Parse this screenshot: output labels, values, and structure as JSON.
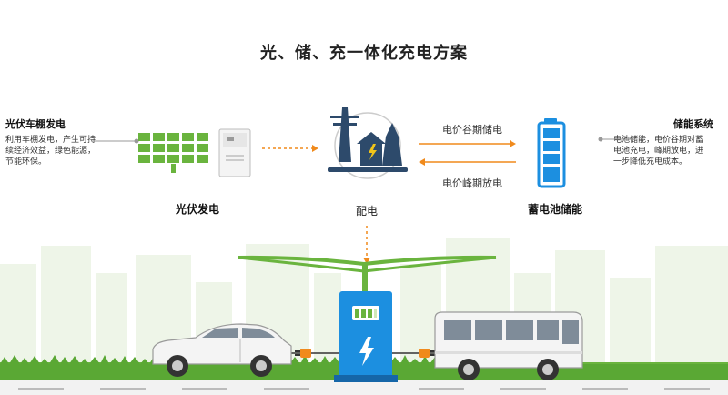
{
  "title": "光、储、充一体化充电方案",
  "left_note": {
    "title": "光伏车棚发电",
    "lines": [
      "利用车棚发电，产生可持",
      "续经济效益，绿色能源，",
      "节能环保。"
    ]
  },
  "right_note": {
    "title": "储能系统",
    "lines": [
      "电池储能，电价谷期对蓄",
      "电池充电，峰期放电，进",
      "一步降低充电成本。"
    ]
  },
  "blocks": {
    "pv": "光伏发电",
    "grid": "配电",
    "battery": "蓄电池储能"
  },
  "flows": {
    "charge": "电价谷期储电",
    "discharge": "电价峰期放电"
  },
  "icons": [
    "solar-panel-icon",
    "inverter-icon",
    "power-tower-icon",
    "battery-icon",
    "charging-station-icon",
    "car-icon",
    "bus-icon",
    "plug-icon"
  ],
  "colors": {
    "green": "#6ab43e",
    "blue": "#1c8fe0",
    "orange": "#f08a1c",
    "navy": "#2d4a6b",
    "city": "#eef5e8"
  }
}
